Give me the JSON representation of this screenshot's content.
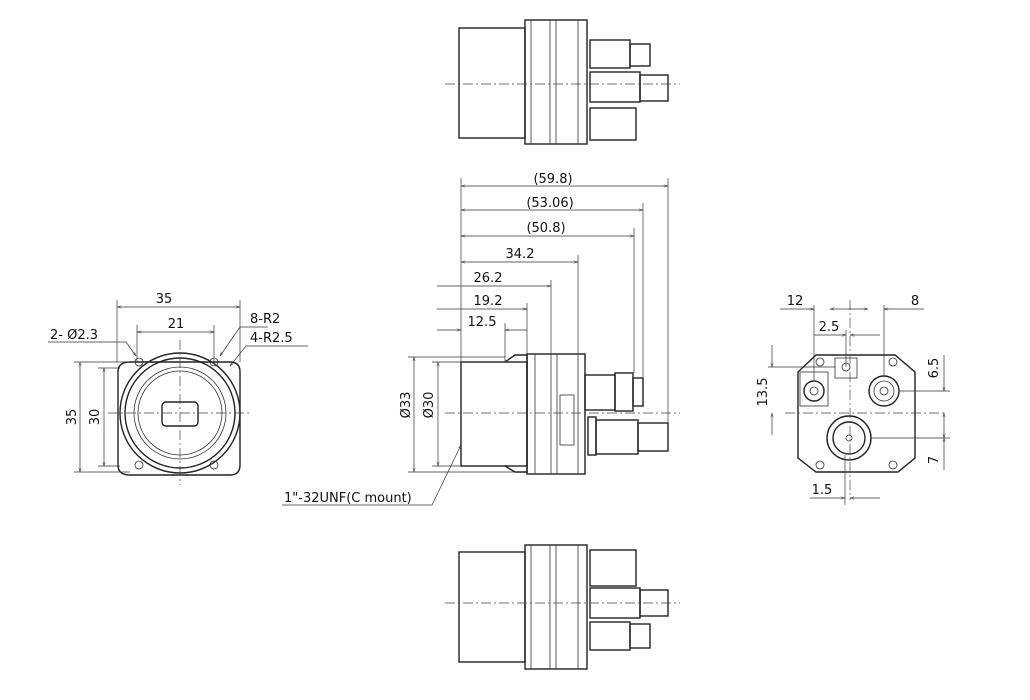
{
  "front_view": {
    "width_outer": "35",
    "width_holes": "21",
    "height_outer": "35",
    "height_inner": "30",
    "hole_note": "2- Ø2.3",
    "radius_note_1": "8-R2",
    "radius_note_2": "4-R2.5"
  },
  "side_view": {
    "dims": [
      "(59.8)",
      "(53.06)",
      "(50.8)",
      "34.2",
      "26.2",
      "19.2",
      "12.5"
    ],
    "dia_outer": "Ø33",
    "dia_inner": "Ø30",
    "mount_note": "1\"-32UNF(C mount)"
  },
  "back_view": {
    "dim_left": "12",
    "dim_right": "8",
    "dim_offset": "2.5",
    "dim_vertical_left": "13.5",
    "dim_vertical_top": "6.5",
    "dim_vertical_bottom": "7",
    "dim_bottom": "1.5"
  }
}
